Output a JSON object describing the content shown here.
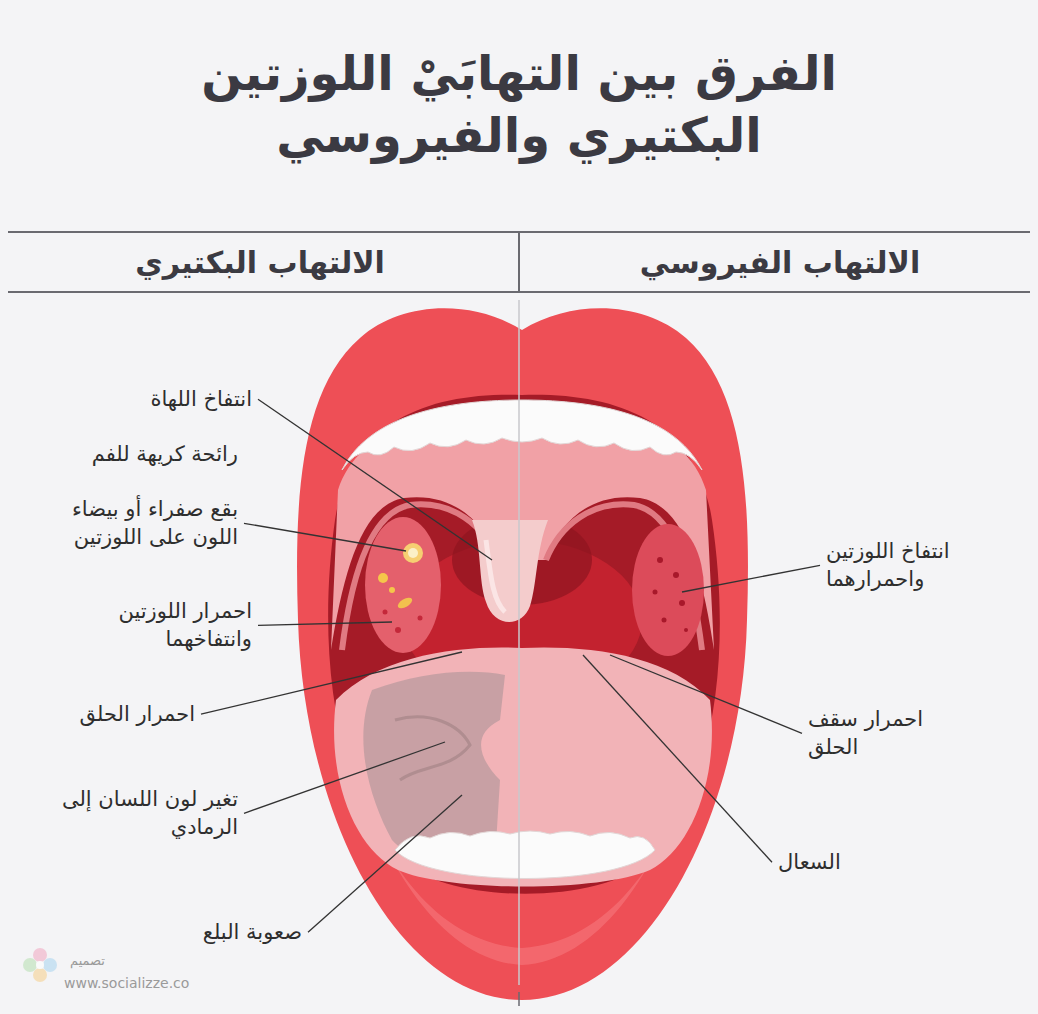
{
  "diagram": {
    "title": "الفرق بين التهابَيْ اللوزتين البكتيري والفيروسي",
    "labels": [
      "الالتهاب الفيروسي",
      "الالتهاب البكتيري",
      "انتفاخ اللهاة",
      "رائحة كريهة للفم",
      "بقع صفراء أو بيضاء اللون على اللوزتين",
      "احمرار اللوزتين وانتفاخهما",
      "احمرار الحلق",
      "تغير لون اللسان إلى الرمادي",
      "صعوبة البلع",
      "انتفاخ اللوزتين واحمرارهما",
      "احمرار سقف الحلق",
      "السعال",
      "تصميم",
      "www.socializze.co"
    ]
  }
}
